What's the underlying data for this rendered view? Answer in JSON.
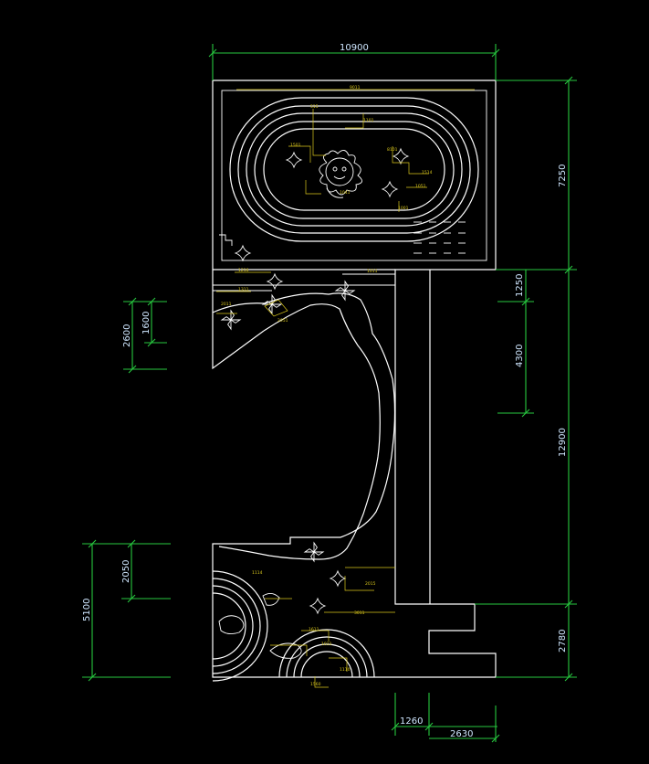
{
  "dimensions": {
    "top_width": "10900",
    "right_upper": "7250",
    "right_middle": "12900",
    "right_lower": "2780",
    "inner_1250": "1250",
    "inner_4300": "4300",
    "left_2600": "2600",
    "left_1600": "1600",
    "left_5100": "5100",
    "left_2050": "2050",
    "bottom_1260": "1260",
    "bottom_2630": "2630"
  },
  "small_labels": {
    "t1": "9011",
    "t2": "515",
    "t3": "1101",
    "t4": "1501",
    "t5": "8101",
    "t6": "1514",
    "t7": "1051",
    "t8": "1041",
    "t9": "1001",
    "t10": "1216",
    "t11": "1011",
    "t12": "1311",
    "t13": "2011",
    "t14": "2051",
    "t15": "1114",
    "t16": "2015",
    "t17": "3011",
    "t18": "1611",
    "t19": "1011",
    "t20": "1110",
    "t21": "1560"
  },
  "colors": {
    "background": "#000000",
    "outline": "#ffffff",
    "dimension": "#27c93f",
    "annotation": "#d9c61c"
  },
  "icons": [
    "sparkle-icon",
    "pinwheel-icon",
    "sun-face-icon"
  ]
}
